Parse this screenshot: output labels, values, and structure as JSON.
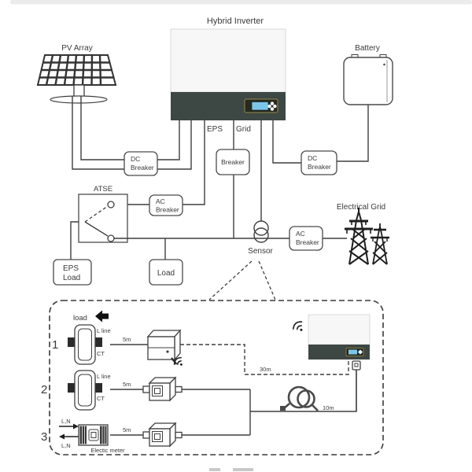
{
  "diagram": {
    "title": "Hybrid Inverter",
    "pv_array": "PV Array",
    "battery": "Battery",
    "eps_port": "EPS",
    "grid_port": "Grid",
    "dc_breaker_pv": {
      "line1": "DC",
      "line2": "Breaker"
    },
    "grid_breaker": "Breaker",
    "dc_breaker_battery": {
      "line1": "DC",
      "line2": "Breaker"
    },
    "atse": "ATSE",
    "ac_breaker_atse": {
      "line1": "AC",
      "line2": "Breaker"
    },
    "ac_breaker_grid": {
      "line1": "AC",
      "line2": "Breaker"
    },
    "eps_load": {
      "line1": "EPS",
      "line2": "Load"
    },
    "load": "Load",
    "sensor": "Sensor",
    "electrical_grid": "Electrical Grid"
  },
  "detail": {
    "load_arrow_label": "load",
    "row1": {
      "num": "1",
      "top": "L line",
      "bottom": "CT",
      "len": "5m"
    },
    "row2": {
      "num": "2",
      "top": "L line",
      "bottom": "CT",
      "len": "5m"
    },
    "row3": {
      "num": "3",
      "line_in": "L,N",
      "line_out": "L,N",
      "device": "Electic meter",
      "len": "5m"
    },
    "wireless_len": "30m",
    "cable_len": "10m"
  },
  "colors": {
    "inverter_panel_dark": "#3d4743",
    "display_screen_blue": "#7cc7e8",
    "display_bezel_gold": "#958c4a",
    "line_dark": "#3f3f3f"
  }
}
